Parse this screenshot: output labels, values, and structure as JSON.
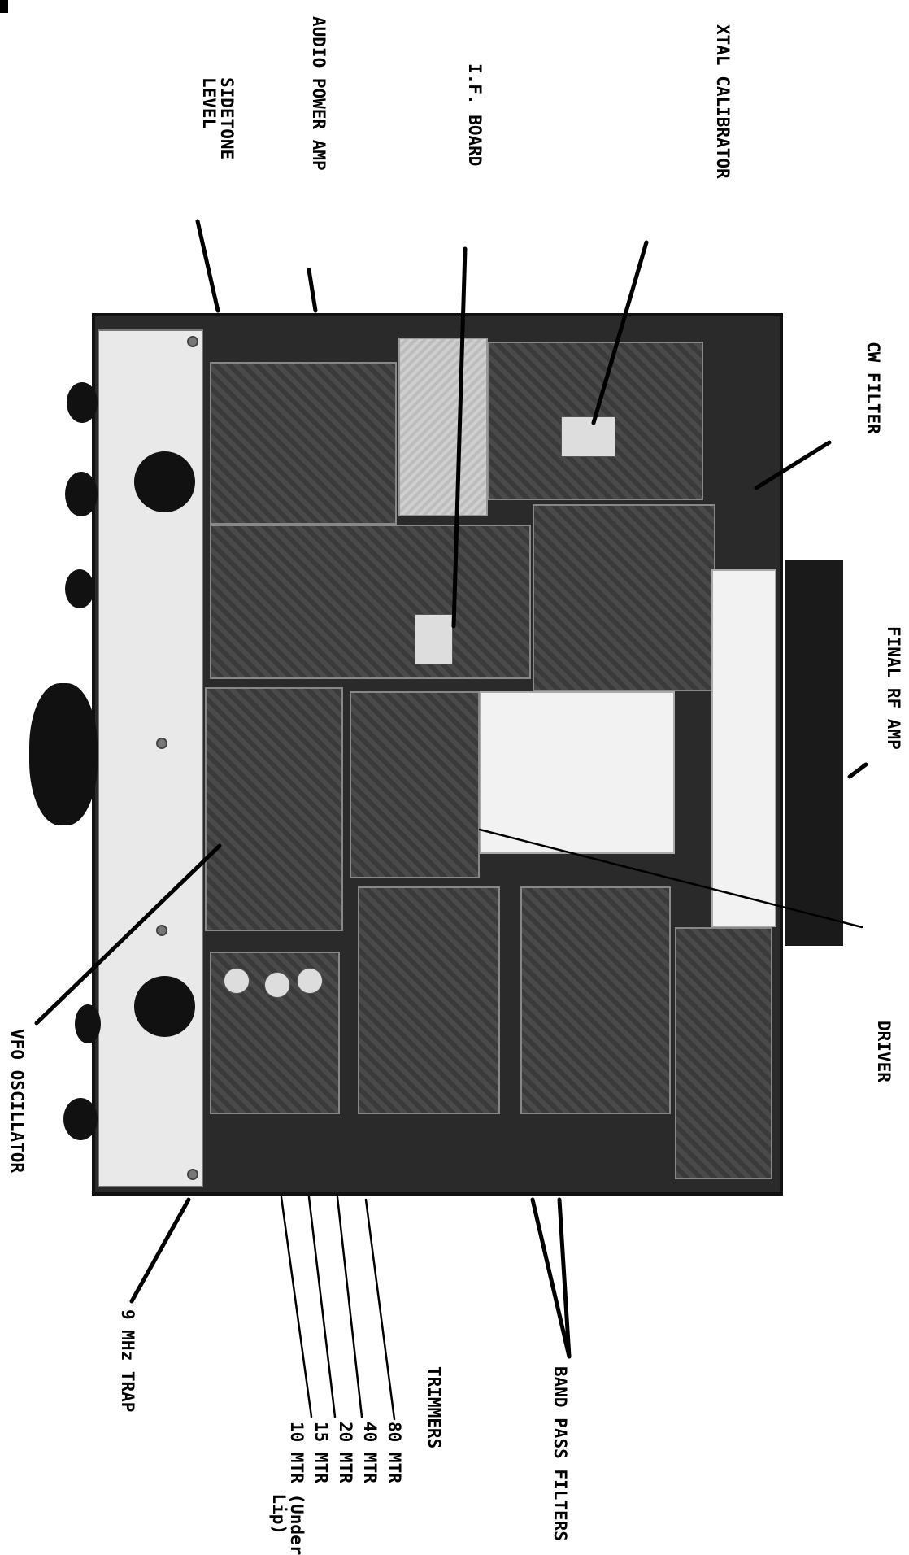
{
  "labels": {
    "xtal_calibrator": "XTAL CALIBRATOR",
    "audio_power_amp": "AUDIO POWER AMP",
    "if_board": "I.F. BOARD",
    "sidetone_level": "SIDETONE\nLEVEL",
    "cw_filter": "CW FILTER",
    "final_rf_amp": "FINAL RF AMP",
    "driver": "DRIVER",
    "vfo_oscillator": "VFO OSCILLATOR",
    "band_pass_filters": "BAND PASS FILTERS",
    "trimmers_heading": "TRIMMERS",
    "trimmers_80": "80 MTR",
    "trimmers_40": "40 MTR",
    "trimmers_20": "20 MTR",
    "trimmers_15": "15 MTR",
    "trimmers_10": "10 MTR (Under\n       Lip)",
    "nine_mhz_trap": "9 MHz TRAP"
  }
}
